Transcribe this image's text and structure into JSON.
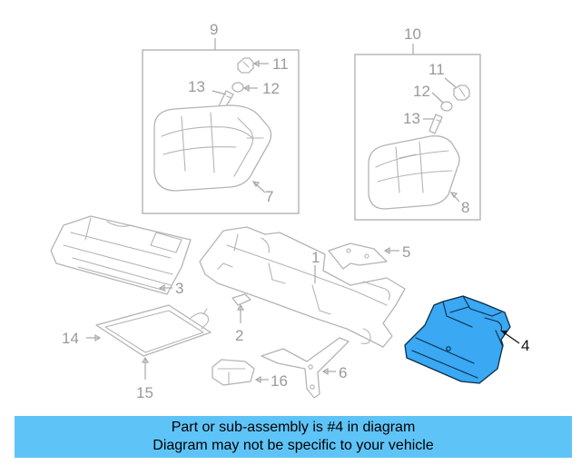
{
  "callouts": {
    "c1": "1",
    "c2": "2",
    "c3": "3",
    "c4": "4",
    "c5": "5",
    "c6": "6",
    "c7": "7",
    "c8": "8",
    "c9": "9",
    "c10": "10",
    "c11a": "11",
    "c12a": "12",
    "c13a": "13",
    "c11b": "11",
    "c12b": "12",
    "c13b": "13",
    "c14": "14",
    "c15": "15",
    "c16": "16"
  },
  "highlighted_part": "4",
  "colors": {
    "highlight_fill": "#3aa8f2",
    "banner_bg": "#5ec4f7",
    "line_art": "#b4b4b4"
  },
  "banner": {
    "line1": "Part or sub-assembly is #4 in diagram",
    "line2": "Diagram may not be specific to your vehicle"
  }
}
